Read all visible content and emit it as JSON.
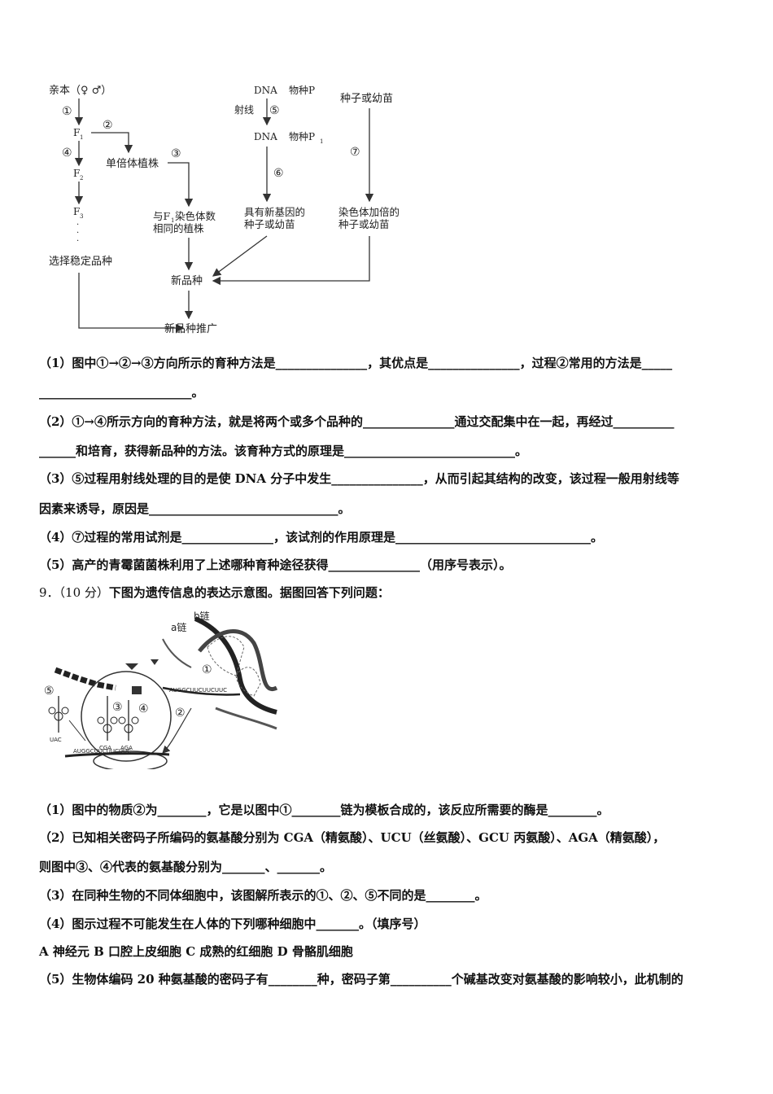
{
  "diagram1": {
    "parent": "亲本（♀ ♂）",
    "f1": "F",
    "f1_sub": "1",
    "f2": "F",
    "f2_sub": "2",
    "f3": "F",
    "f3_sub": "3",
    "dots": "·\n·\n·",
    "haploid": "单倍体植株",
    "same_chrom_1": "与F",
    "same_chrom_sub": "1",
    "same_chrom_2": "染色体数",
    "same_chrom_3": "相同的植株",
    "select_stable": "选择稳定品种",
    "new_variety": "新品种",
    "promote": "新品种推广",
    "dna1": "DNA",
    "species_p": "物种P",
    "ray": "射线",
    "dna2": "DNA",
    "species_p1": "物种P",
    "species_p1_sub": "1",
    "new_gene_1": "具有新基因的",
    "new_gene_2": "种子或幼苗",
    "seed_top": "种子或幼苗",
    "doubled_1": "染色体加倍的",
    "doubled_2": "种子或幼苗",
    "n1": "①",
    "n2": "②",
    "n3": "③",
    "n4": "④",
    "n5": "⑤",
    "n6": "⑥",
    "n7": "⑦"
  },
  "q8": {
    "p1a": "（1）图中①→②→③方向所示的育种方法是_______________，其优点是_______________，过程②常用的方法是_____",
    "p1b": "_________________________。",
    "p2a": "（2）①→④所示方向的育种方法，就是将两个或多个品种的_______________通过交配集中在一起，再经过__________",
    "p2b": "______和培育，获得新品种的方法。该育种方式的原理是____________________________。",
    "p3a": "（3）⑤过程用射线处理的目的是使 DNA 分子中发生_______________，从而引起其结构的改变，该过程一般用射线等",
    "p3b": "因素来诱导，原因是_______________________________。",
    "p4": "（4）⑦过程的常用试剂是_______________，该试剂的作用原理是________________________________。",
    "p5": "（5）高产的青霉菌菌株利用了上述哪种育种途径获得_______________（用序号表示）。"
  },
  "q9": {
    "title_num": "9．（10 分）",
    "title_text": "下图为遗传信息的表达示意图。据图回答下列问题：",
    "diagram": {
      "b_chain": "b链",
      "a_chain": "a链",
      "n1": "①",
      "n2": "②",
      "n3": "③",
      "n4": "④",
      "n5": "⑤",
      "mrna_top": "AUGGCUUCUUCUUC",
      "mrna_bottom": "AUGGCUUCUUCUUC",
      "anticodon_uac": "UAC",
      "anticodon_cga": "CGA",
      "anticodon_aga": "AGA"
    },
    "p1": "（1）图中的物质②为________，它是以图中①________链为模板合成的，该反应所需要的酶是________。",
    "p2a": "（2）已知相关密码子所编码的氨基酸分别为 CGA（精氨酸）、UCU（丝氨酸）、GCU 丙氨酸）、AGA（精氨酸），",
    "p2b": "则图中③、④代表的氨基酸分别为_______、_______。",
    "p3": "（3）在同种生物的不同体细胞中，该图解所表示的①、②、⑤不同的是________。",
    "p4": "（4）图示过程不可能发生在人体的下列哪种细胞中_______。（填序号）",
    "options": "A 神经元   B 口腔上皮细胞    C 成熟的红细胞    D 骨骼肌细胞",
    "p5": "（5）生物体编码 20 种氨基酸的密码子有________种，密码子第__________个碱基改变对氨基酸的影响较小，此机制的"
  }
}
